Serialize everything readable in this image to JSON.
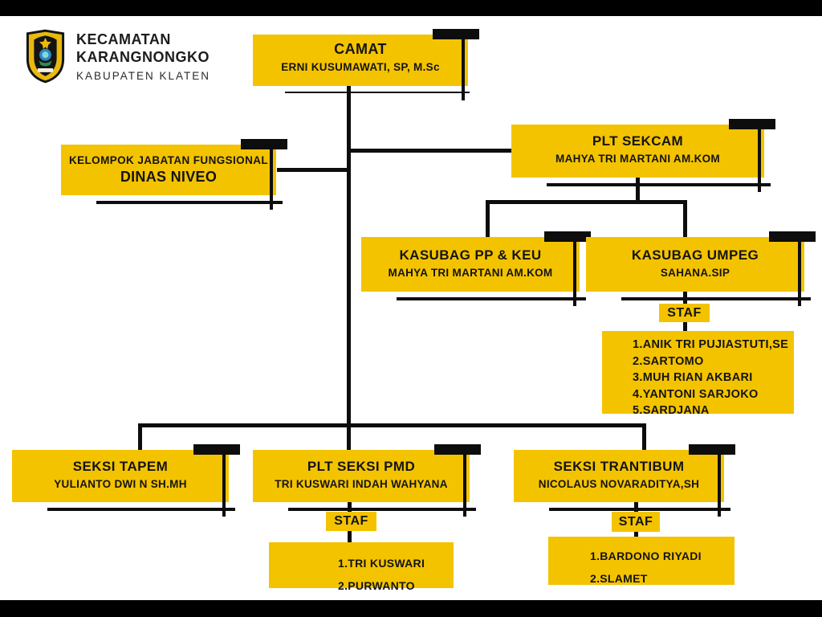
{
  "header": {
    "line1": "KECAMATAN",
    "line2": "KARANGNONGKO",
    "line3": "KABUPATEN KLATEN"
  },
  "colors": {
    "box_yellow": "#F4C300",
    "line_black": "#0D0D0D",
    "background": "#FFFFFF",
    "letterbox": "#000000"
  },
  "nodes": {
    "camat": {
      "title": "CAMAT",
      "name": "ERNI KUSUMAWATI, SP, M.Sc"
    },
    "fungsional": {
      "title": "KELOMPOK JABATAN FUNGSIONAL",
      "name": "DINAS NIVEO"
    },
    "sekcam": {
      "title": "PLT SEKCAM",
      "name": "MAHYA TRI MARTANI AM.KOM"
    },
    "ppkeu": {
      "title": "KASUBAG PP & KEU",
      "name": "MAHYA TRI MARTANI AM.KOM"
    },
    "umpeg": {
      "title": "KASUBAG UMPEG",
      "name": "SAHANA.SIP"
    },
    "tapem": {
      "title": "SEKSI TAPEM",
      "name": "YULIANTO DWI N SH.MH"
    },
    "pmd": {
      "title": "PLT SEKSI PMD",
      "name": "TRI KUSWARI INDAH WAHYANA"
    },
    "trantibum": {
      "title": "SEKSI TRANTIBUM",
      "name": "NICOLAUS NOVARADITYA,SH"
    }
  },
  "staf_label": "STAF",
  "staff_lists": {
    "umpeg": [
      "1.ANIK TRI PUJIASTUTI,SE",
      "2.SARTOMO",
      "3.MUH RIAN AKBARI",
      "4.YANTONI SARJOKO",
      "5.SARDJANA"
    ],
    "pmd": [
      "1.TRI KUSWARI",
      "2.PURWANTO"
    ],
    "trantibum": [
      "1.BARDONO RIYADI",
      "2.SLAMET"
    ]
  }
}
